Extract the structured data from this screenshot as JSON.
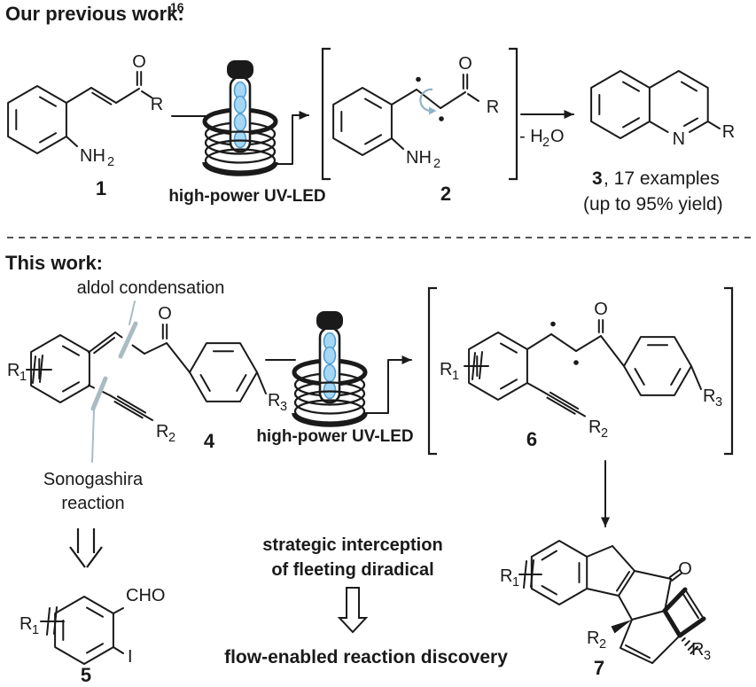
{
  "colors": {
    "heading_blue": "#1218c7",
    "label_blue": "#1c2ae2",
    "gray_label": "#a0b2bc",
    "slash_gray": "#a9bcc4",
    "bond_black": "#1a1a1a",
    "led_fill": "#a6d7f4",
    "led_stroke": "#4f9fd6",
    "curve_arrow": "#8fb3c7"
  },
  "titles": {
    "previous_work": "Our previous work:",
    "previous_work_ref": "16",
    "this_work": "This work:"
  },
  "reactor": {
    "label": "high-power UV-LED"
  },
  "annotations": {
    "aldol": "aldol condensation",
    "sonogashira_line1": "Sonogashira",
    "sonogashira_line2": "reaction",
    "strategic_line1": "strategic interception",
    "strategic_line2": "of fleeting diradical",
    "flow": "flow-enabled reaction discovery"
  },
  "previous": {
    "compound1": {
      "number": "1",
      "o": "O",
      "r": "R",
      "nh": "NH",
      "nh_sub": "2"
    },
    "intermediate2": {
      "number": "2",
      "o": "O",
      "r": "R",
      "nh": "NH",
      "nh_sub": "2"
    },
    "minus_water": {
      "prefix": "- H",
      "sub": "2",
      "suffix": "O"
    },
    "product3": {
      "number": "3",
      "n": "N",
      "r": "R",
      "examples": ", 17 examples",
      "yield": "(up to 95% yield)"
    }
  },
  "thiswork": {
    "compound4": {
      "number": "4",
      "o": "O",
      "r1": "R",
      "r1_sub": "1",
      "r2": "R",
      "r2_sub": "2",
      "r3": "R",
      "r3_sub": "3"
    },
    "intermediate6": {
      "number": "6",
      "o": "O",
      "r1": "R",
      "r1_sub": "1",
      "r2": "R",
      "r2_sub": "2",
      "r3": "R",
      "r3_sub": "3"
    },
    "compound5": {
      "number": "5",
      "cho": "CHO",
      "i": "I",
      "r1": "R",
      "r1_sub": "1"
    },
    "product7": {
      "number": "7",
      "o": "O",
      "r1": "R",
      "r1_sub": "1",
      "r2": "R",
      "r2_sub": "2",
      "r3": "R",
      "r3_sub": "3"
    }
  }
}
